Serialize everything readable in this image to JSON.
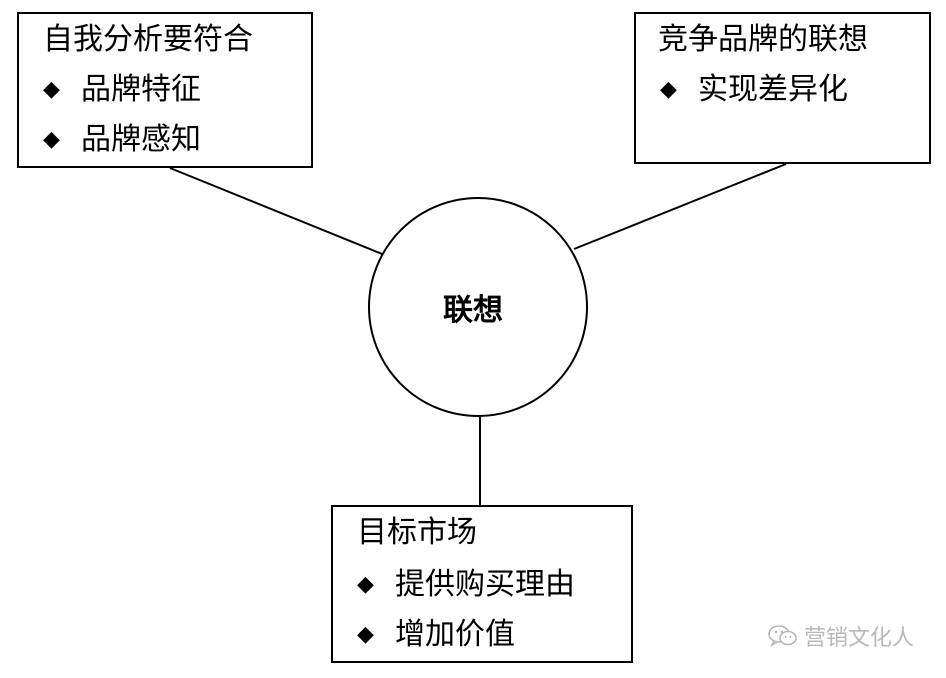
{
  "diagram": {
    "center": {
      "label": "联想"
    },
    "boxes": {
      "self_analysis": {
        "title": "自我分析要符合",
        "items": [
          "品牌特征",
          "品牌感知"
        ]
      },
      "competitor": {
        "title": "竞争品牌的联想",
        "items": [
          "实现差异化"
        ]
      },
      "target_market": {
        "title": "目标市场",
        "items": [
          "提供购买理由",
          "增加价值"
        ]
      }
    },
    "bullet_glyph": "◆",
    "line_color": "#000000"
  },
  "watermark": {
    "text": "营销文化人",
    "icon": "wechat-icon",
    "color": "#b8b8b8"
  }
}
